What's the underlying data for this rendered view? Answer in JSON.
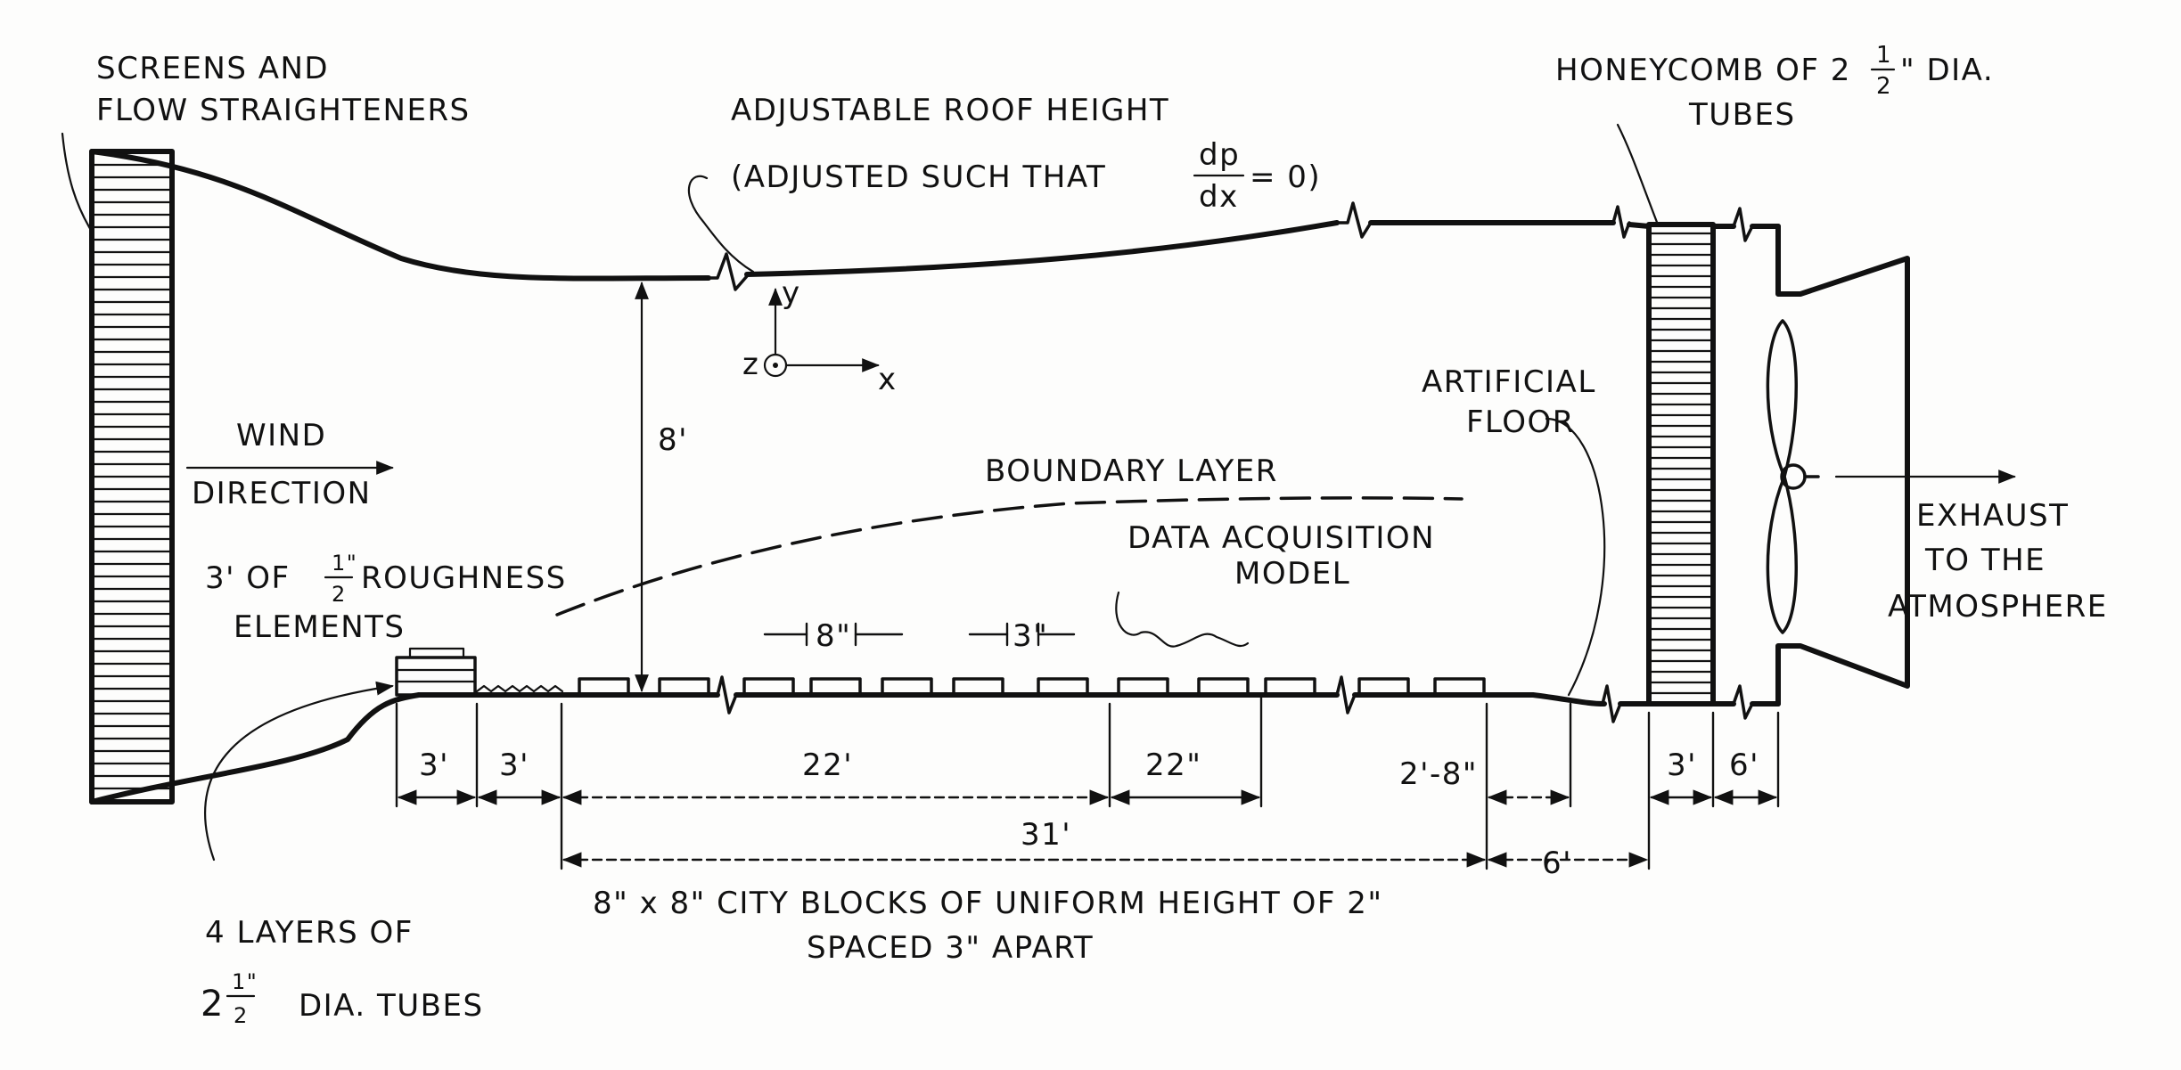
{
  "labels": {
    "screens": [
      "SCREENS AND",
      "FLOW STRAIGHTENERS"
    ],
    "roof": "ADJUSTABLE ROOF HEIGHT",
    "adjusted_prefix": "(ADJUSTED SUCH THAT",
    "dp": "dp",
    "dx": "dx",
    "adjusted_suffix": "= 0)",
    "honeycomb_prefix": "HONEYCOMB OF 2",
    "honeycomb_num": "1",
    "honeycomb_den": "2",
    "honeycomb_suffix": "\" DIA.",
    "honeycomb_line2": "TUBES",
    "axis_y": "y",
    "axis_z": "z",
    "axis_x": "x",
    "wind": "WIND",
    "direction": "DIRECTION",
    "height": "8'",
    "artificial": "ARTIFICIAL",
    "floor": "FLOOR",
    "boundary": "BOUNDARY LAYER",
    "data_acq": "DATA ACQUISITION",
    "model": "MODEL",
    "rough_prefix": "3' OF",
    "rough_num": "1\"",
    "rough_den": "2",
    "rough_suffix": "ROUGHNESS",
    "elements": "ELEMENTS",
    "block_size": "8\"",
    "gap_size": "3\"",
    "exhaust": [
      "EXHAUST",
      "TO THE",
      "ATMOSPHERE"
    ],
    "dim_3a": "3'",
    "dim_3b": "3'",
    "dim_22ft": "22'",
    "dim_22in": "22\"",
    "dim_2_8": "2'-8\"",
    "dim_3c": "3'",
    "dim_6a": "6'",
    "dim_31": "31'",
    "dim_6b": "6'",
    "layers_line1": "4 LAYERS OF",
    "layers_whole": "2",
    "layers_num": "1\"",
    "layers_den": "2",
    "layers_suffix": "DIA. TUBES",
    "city_line1": "8\" x 8\"  CITY BLOCKS OF UNIFORM HEIGHT OF 2\"",
    "city_line2": "SPACED 3\" APART"
  }
}
